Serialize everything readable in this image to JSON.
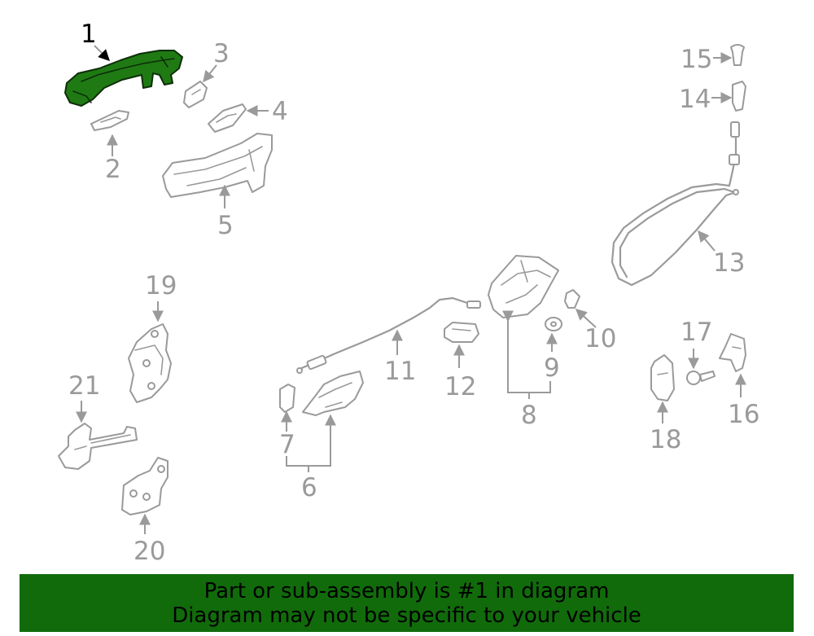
{
  "diagram": {
    "callouts": [
      "1",
      "2",
      "3",
      "4",
      "5",
      "6",
      "7",
      "8",
      "9",
      "10",
      "11",
      "12",
      "13",
      "14",
      "15",
      "16",
      "17",
      "18",
      "19",
      "20",
      "21"
    ],
    "highlighted_part": "1",
    "colors": {
      "part_stroke": "#9a9a9a",
      "highlight_fill": "#1f7a14",
      "banner_bg": "#116b0b"
    }
  },
  "banner": {
    "line1": "Part or sub-assembly is #1 in diagram",
    "line2": "Diagram may not be specific to your vehicle"
  }
}
